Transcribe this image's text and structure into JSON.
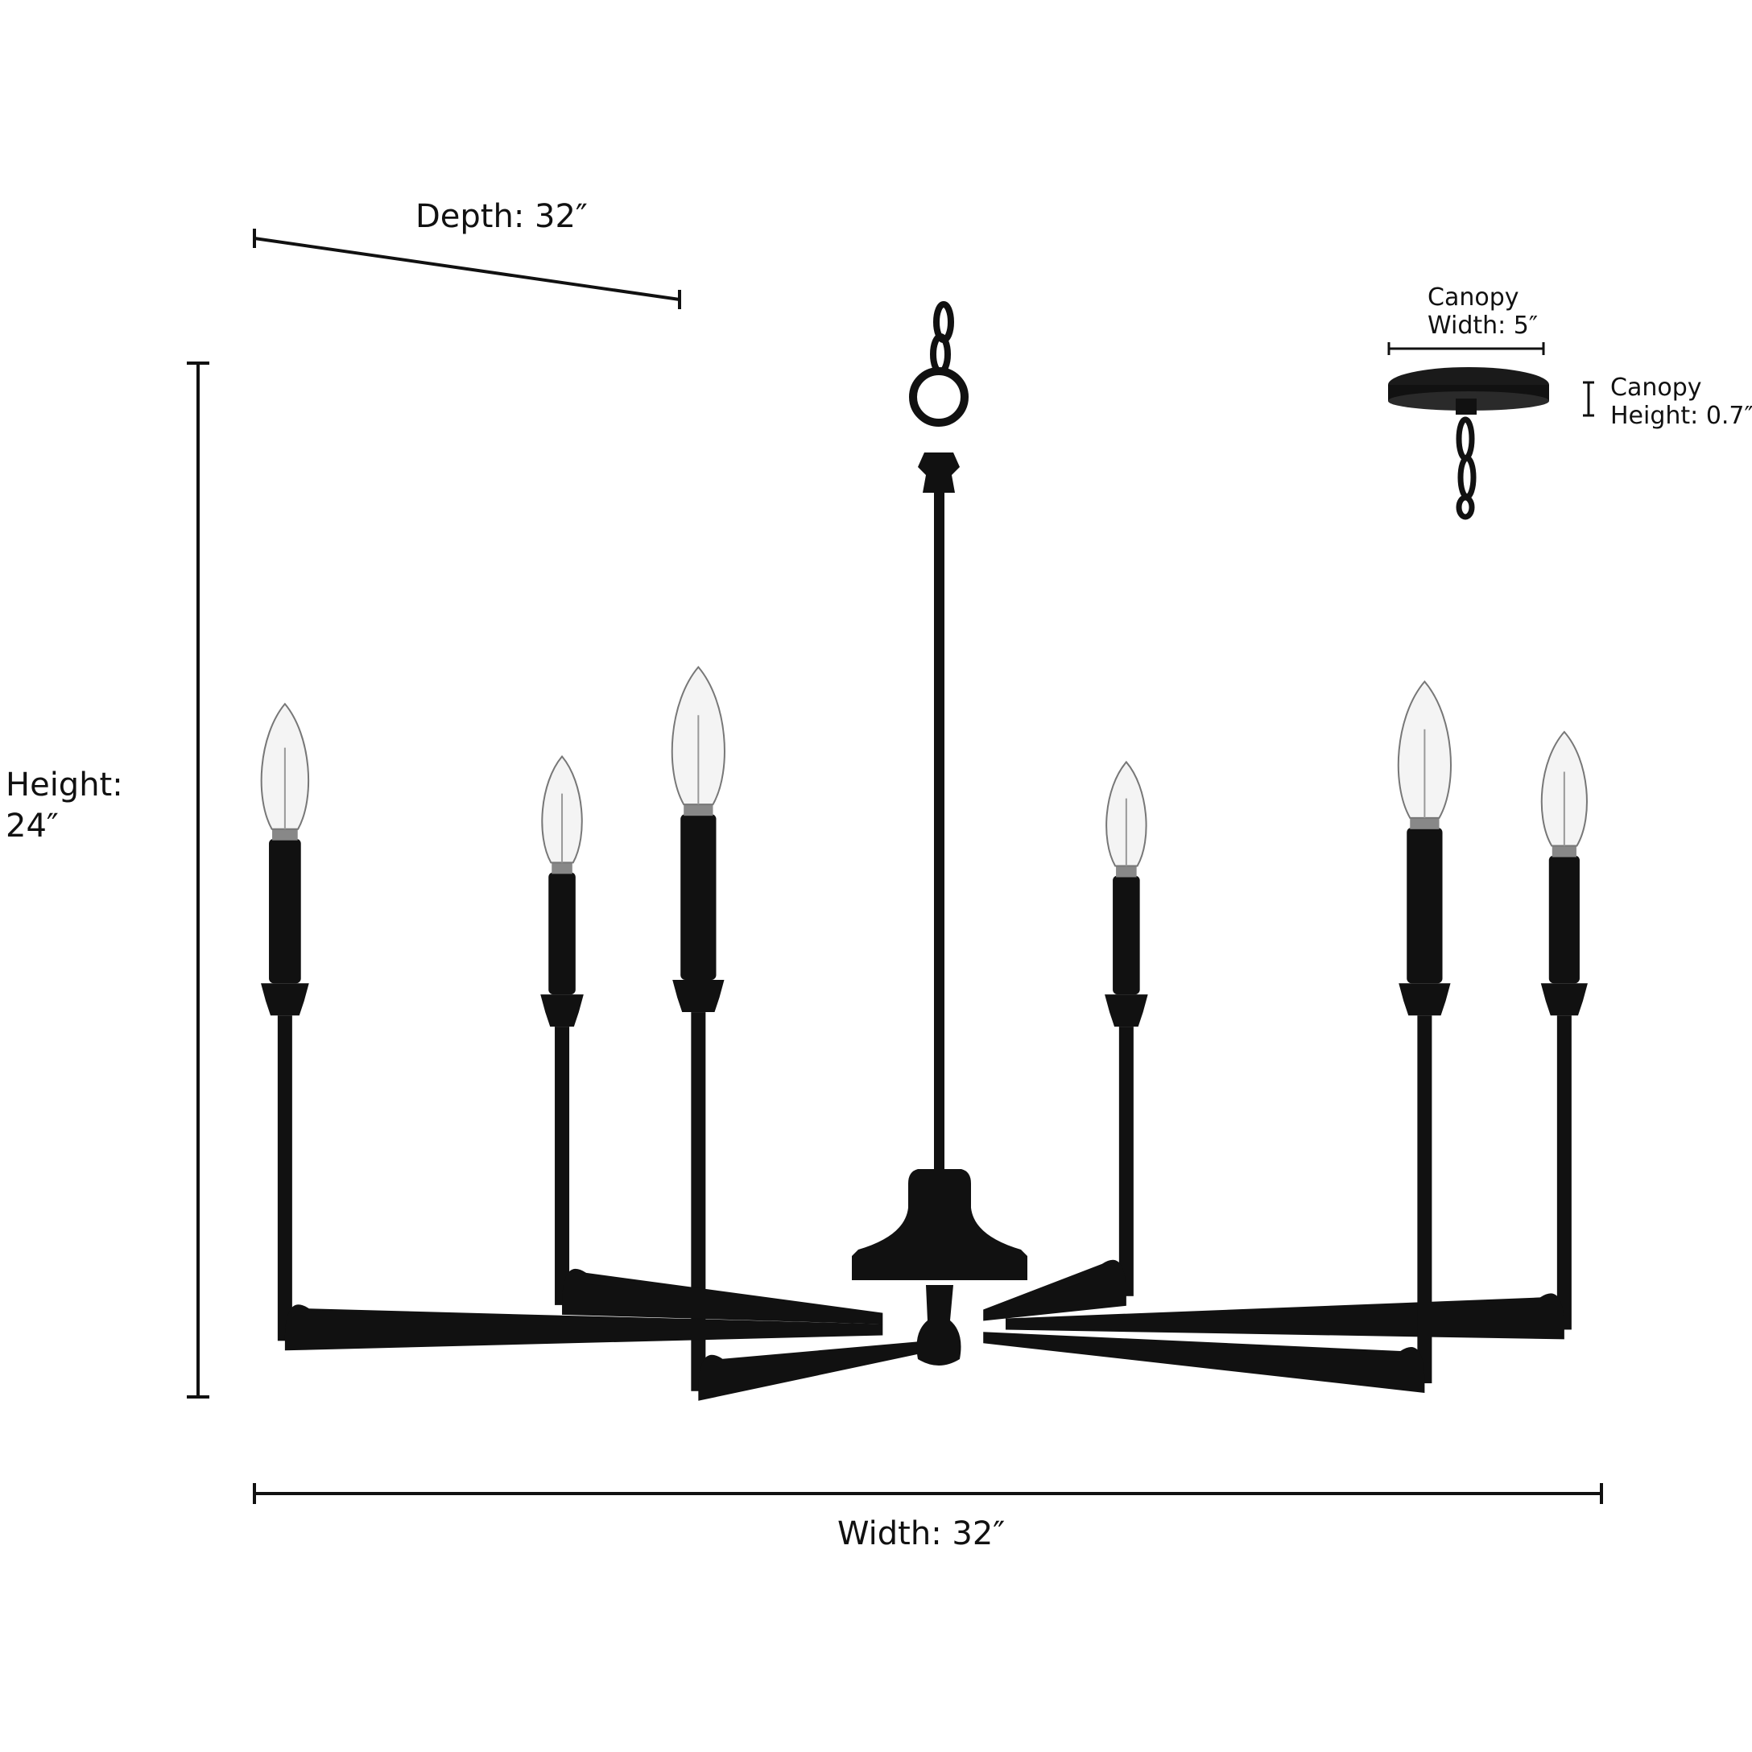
{
  "dimensions": {
    "depth": "Depth: 32″",
    "height_label": "Height:",
    "height_value": "24″",
    "width": "Width: 32″",
    "canopy_width_line1": "Canopy",
    "canopy_width_line2": "Width: 5″",
    "canopy_height_line1": "Canopy",
    "canopy_height_line2": "Height: 0.7″"
  },
  "product": {
    "finish_color": "#111111",
    "bulb_count": 6,
    "bulb_type": "clear candelabra bulb"
  }
}
